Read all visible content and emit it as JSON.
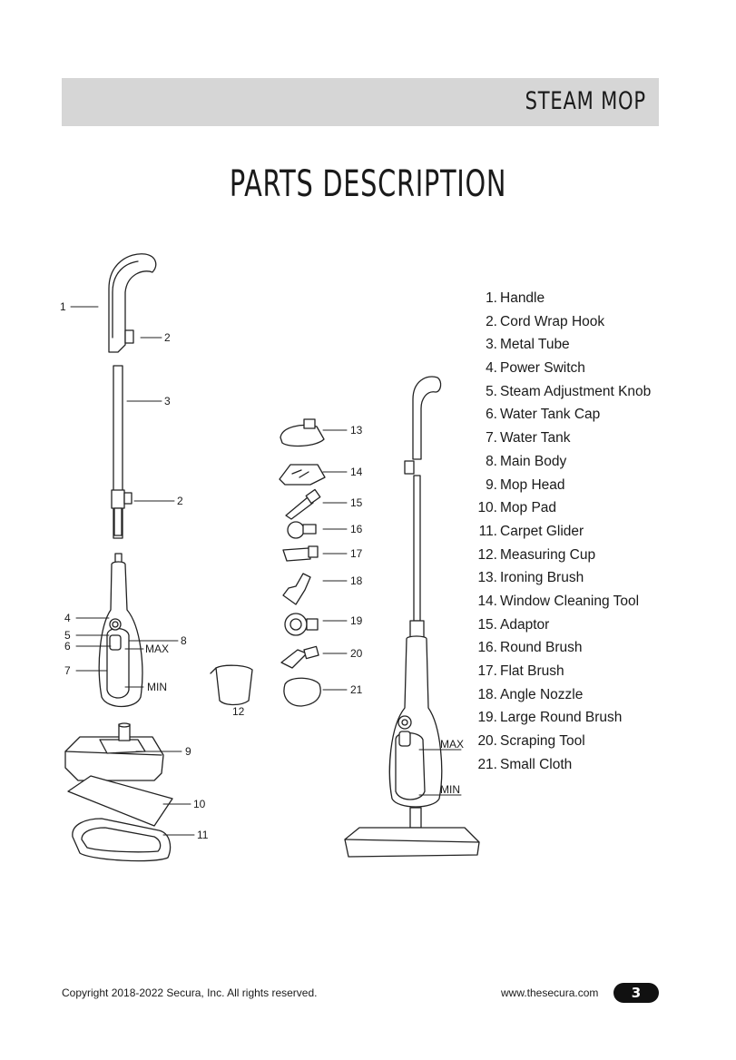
{
  "header": {
    "title": "STEAM MOP"
  },
  "page_title": "PARTS DESCRIPTION",
  "callouts": {
    "c1": "1",
    "c2a": "2",
    "c3": "3",
    "c2b": "2",
    "c4": "4",
    "c5": "5",
    "c6": "6",
    "c7": "7",
    "c8": "8",
    "max_left": "MAX",
    "min_left": "MIN",
    "c9": "9",
    "c10": "10",
    "c11": "11",
    "c12": "12",
    "c13": "13",
    "c14": "14",
    "c15": "15",
    "c16": "16",
    "c17": "17",
    "c18": "18",
    "c19": "19",
    "c20": "20",
    "c21": "21",
    "max_right": "MAX",
    "min_right": "MIN"
  },
  "parts": [
    {
      "num": "1.",
      "name": "Handle"
    },
    {
      "num": "2.",
      "name": "Cord Wrap Hook"
    },
    {
      "num": "3.",
      "name": "Metal Tube"
    },
    {
      "num": "4.",
      "name": "Power Switch"
    },
    {
      "num": "5.",
      "name": "Steam Adjustment Knob"
    },
    {
      "num": "6.",
      "name": "Water Tank Cap"
    },
    {
      "num": "7.",
      "name": "Water Tank"
    },
    {
      "num": "8.",
      "name": "Main Body"
    },
    {
      "num": "9.",
      "name": "Mop Head"
    },
    {
      "num": "10.",
      "name": "Mop Pad"
    },
    {
      "num": "11.",
      "name": "Carpet Glider"
    },
    {
      "num": "12.",
      "name": "Measuring Cup"
    },
    {
      "num": "13.",
      "name": "Ironing Brush"
    },
    {
      "num": "14.",
      "name": "Window Cleaning Tool"
    },
    {
      "num": "15.",
      "name": "Adaptor"
    },
    {
      "num": "16.",
      "name": "Round Brush"
    },
    {
      "num": "17.",
      "name": "Flat Brush"
    },
    {
      "num": "18.",
      "name": "Angle Nozzle"
    },
    {
      "num": "19.",
      "name": "Large Round Brush"
    },
    {
      "num": "20.",
      "name": "Scraping Tool"
    },
    {
      "num": "21.",
      "name": "Small Cloth"
    }
  ],
  "footer": {
    "copyright": "Copyright 2018-2022 Secura, Inc.  All rights reserved.",
    "url": "www.thesecura.com",
    "page_number": "3"
  }
}
